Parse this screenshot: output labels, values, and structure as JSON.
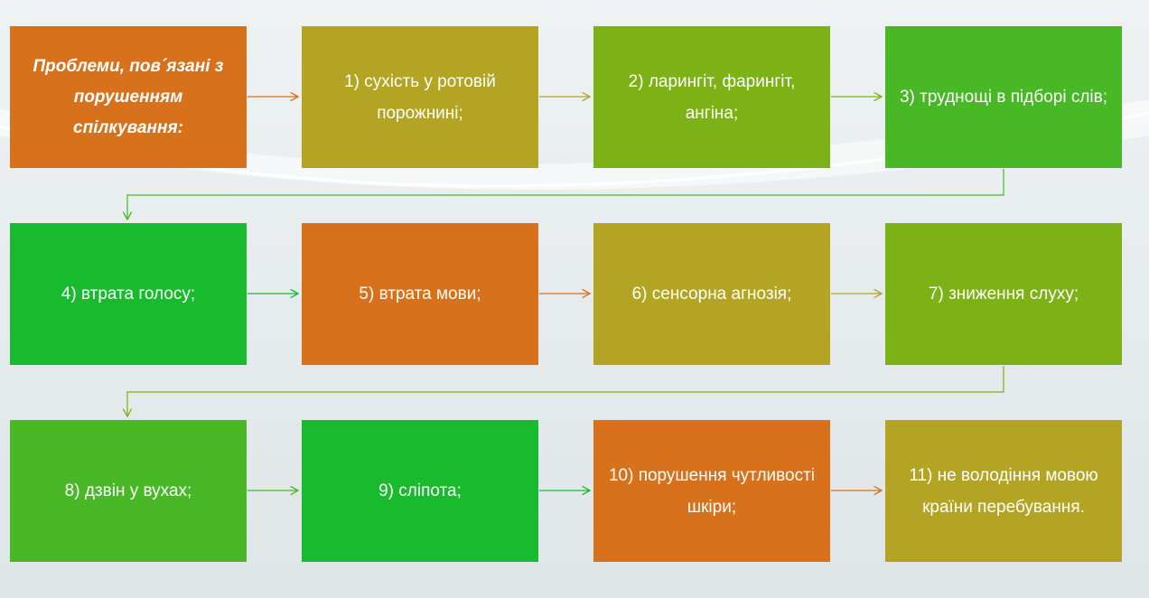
{
  "diagram": {
    "nodes": [
      {
        "id": "title",
        "text": "Проблеми, пов´язані з порушенням спілкування:",
        "color": "#d7711b"
      },
      {
        "id": "n1",
        "text": "1) сухість у ротовій порожнині;",
        "color": "#b3a523"
      },
      {
        "id": "n2",
        "text": "2) ларингіт, фарингіт, ангіна;",
        "color": "#7cb216"
      },
      {
        "id": "n3",
        "text": "3) труднощі в підборі слів;",
        "color": "#48b827"
      },
      {
        "id": "n4",
        "text": "4) втрата голосу;",
        "color": "#18bb2e"
      },
      {
        "id": "n5",
        "text": "5) втрата мови;",
        "color": "#d7711b"
      },
      {
        "id": "n6",
        "text": "6) сенсорна агнозія;",
        "color": "#b3a523"
      },
      {
        "id": "n7",
        "text": "7) зниження слуху;",
        "color": "#7cb216"
      },
      {
        "id": "n8",
        "text": "8) дзвін у вухах;",
        "color": "#48b827"
      },
      {
        "id": "n9",
        "text": "9) сліпота;",
        "color": "#18bb2e"
      },
      {
        "id": "n10",
        "text": "10) порушення чутливості шкіри;",
        "color": "#d7711b"
      },
      {
        "id": "n11",
        "text": "11) не володіння мовою країни перебування.",
        "color": "#b3a523"
      }
    ]
  }
}
